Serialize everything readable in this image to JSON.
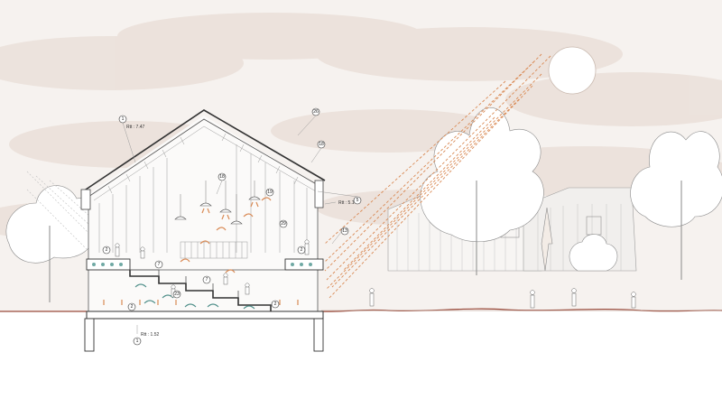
{
  "palette": {
    "sky_wash": "#efe7e2",
    "cloud": "#e9ddd6",
    "ground_line": "#9a4a3a",
    "section_line": "#333333",
    "solar_rays": "#d98a55",
    "air_flow": "#4f8f8a",
    "sun": "#ffffff"
  },
  "levels": [
    {
      "id": "ridge",
      "text": "Rtt : 7.47"
    },
    {
      "id": "eave",
      "text": "Rtt : 5.14"
    },
    {
      "id": "base",
      "text": "Rtt : 1.52"
    }
  ],
  "callouts": [
    {
      "id": "c-roof",
      "text": "1"
    },
    {
      "id": "c-ridge-tag",
      "text": "26"
    },
    {
      "id": "c-roof-right",
      "text": "18"
    },
    {
      "id": "c-lights",
      "text": "18"
    },
    {
      "id": "c-lamp",
      "text": "19"
    },
    {
      "id": "c-panel",
      "text": "29"
    },
    {
      "id": "c-eave",
      "text": "5"
    },
    {
      "id": "c-glass",
      "text": "13"
    },
    {
      "id": "c-left-floor",
      "text": "2"
    },
    {
      "id": "c-right-floor",
      "text": "2"
    },
    {
      "id": "c-step-a",
      "text": "7"
    },
    {
      "id": "c-step-b",
      "text": "7"
    },
    {
      "id": "c-vent",
      "text": "23"
    },
    {
      "id": "c-lower-left",
      "text": "2"
    },
    {
      "id": "c-lower-right",
      "text": "2"
    },
    {
      "id": "c-base",
      "text": "1"
    }
  ],
  "icons": {
    "sun": "sun-icon",
    "lamp": "pendant-lamp-icon",
    "tree": "tree-icon"
  }
}
